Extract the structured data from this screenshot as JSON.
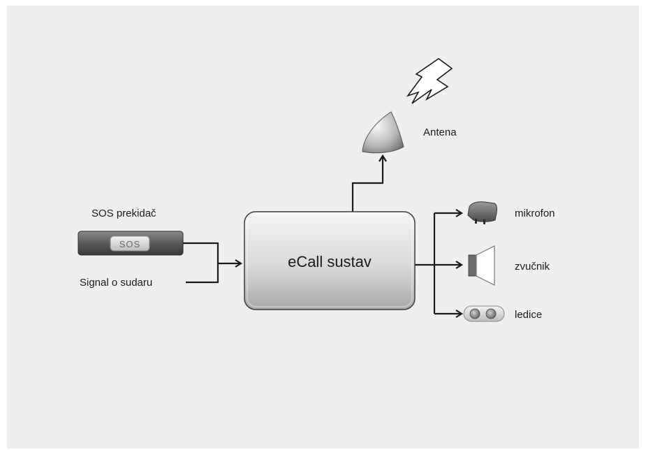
{
  "diagram": {
    "center_box": {
      "label": "eCall sustav"
    },
    "inputs": {
      "sos_switch": {
        "label": "SOS prekidač",
        "button_text": "SOS"
      },
      "crash_signal": {
        "label": "Signal o sudaru"
      }
    },
    "antenna": {
      "label": "Antena"
    },
    "outputs": [
      {
        "label": "mikrofon",
        "icon": "microphone-icon"
      },
      {
        "label": "zvučnik",
        "icon": "speaker-icon"
      },
      {
        "label": "ledice",
        "icon": "led-lights-icon"
      }
    ]
  }
}
